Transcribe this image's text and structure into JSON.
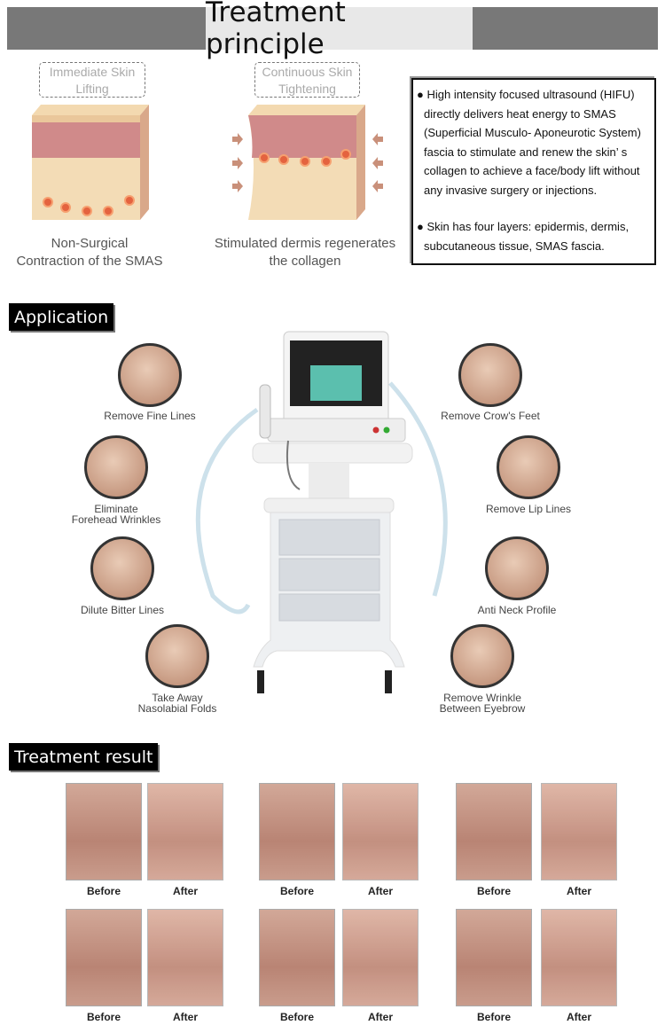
{
  "principle": {
    "title": "Treatment principle",
    "panels": [
      {
        "tag": "Immediate Skin Lifting",
        "tag_lines": [
          "Immediate Skin",
          "Lifting"
        ],
        "caption_lines": [
          "Non-Surgical",
          "Contraction of the SMAS"
        ]
      },
      {
        "tag": "Continuous Skin Tightening",
        "tag_lines": [
          "Continuous Skin",
          "Tightening"
        ],
        "caption_lines": [
          "Stimulated dermis regenerates",
          "the collagen"
        ]
      }
    ],
    "bullets": [
      {
        "first": "High intensity focused ultrasound (HIFU)",
        "rest": "directly delivers heat energy to SMAS (Superficial Musculo- Aponeurotic System) fascia to stimulate and renew the skin’ s collagen to achieve a face/body lift without any invasive surgery or injections."
      },
      {
        "first": "Skin has four layers: epidermis, dermis,",
        "rest": "subcutaneous tissue, SMAS fascia."
      }
    ]
  },
  "application": {
    "title": "Application",
    "left": [
      {
        "lines": [
          "Remove Fine Lines"
        ]
      },
      {
        "lines": [
          "Eliminate",
          "Forehead Wrinkles"
        ]
      },
      {
        "lines": [
          "Dilute Bitter Lines"
        ]
      },
      {
        "lines": [
          "Take Away",
          "Nasolabial Folds"
        ]
      }
    ],
    "right": [
      {
        "lines": [
          "Remove Crow's Feet"
        ]
      },
      {
        "lines": [
          "Remove Lip Lines"
        ]
      },
      {
        "lines": [
          "Anti Neck Profile"
        ]
      },
      {
        "lines": [
          "Remove Wrinkle",
          "Between Eyebrow"
        ]
      }
    ]
  },
  "result": {
    "title": "Treatment result",
    "before": "Before",
    "after": "After"
  }
}
